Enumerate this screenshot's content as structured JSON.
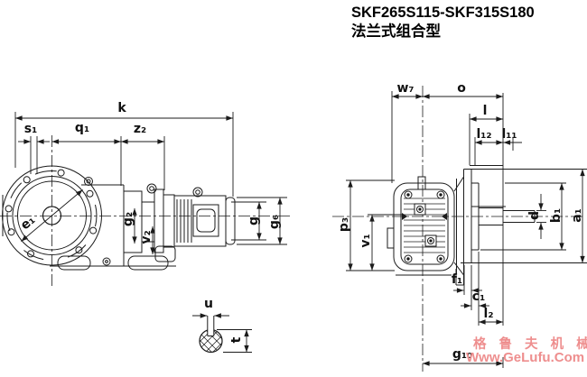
{
  "header": {
    "model_range": "SKF265S115-SKF315S180",
    "type_name": "法兰式组合型"
  },
  "watermark": {
    "company": "格 鲁 夫 机 械",
    "website": "Www.GeLufu.Com",
    "color": "#ee8e8e"
  },
  "drawing": {
    "line_color": "#1b1b1b",
    "views": {
      "front_view_labels": {
        "k": "k",
        "s1": "s₁",
        "q1": "q₁",
        "z2": "z₂",
        "e1": "e₁",
        "g2": "g₂",
        "v2": "v₂",
        "g": "g",
        "g6": "g₆"
      },
      "side_view_labels": {
        "w7": "w₇",
        "o": "o",
        "l": "l",
        "l12": "l₁₂",
        "l11": "l₁₁",
        "p3": "p₃",
        "v1": "v₁",
        "d": "d",
        "b1": "b₁",
        "a1": "a₁",
        "f1": "f₁",
        "c1": "c₁",
        "l2": "l₂",
        "g10": "g₁₀"
      },
      "shaft_section_labels": {
        "u": "u",
        "t": "t"
      }
    }
  }
}
